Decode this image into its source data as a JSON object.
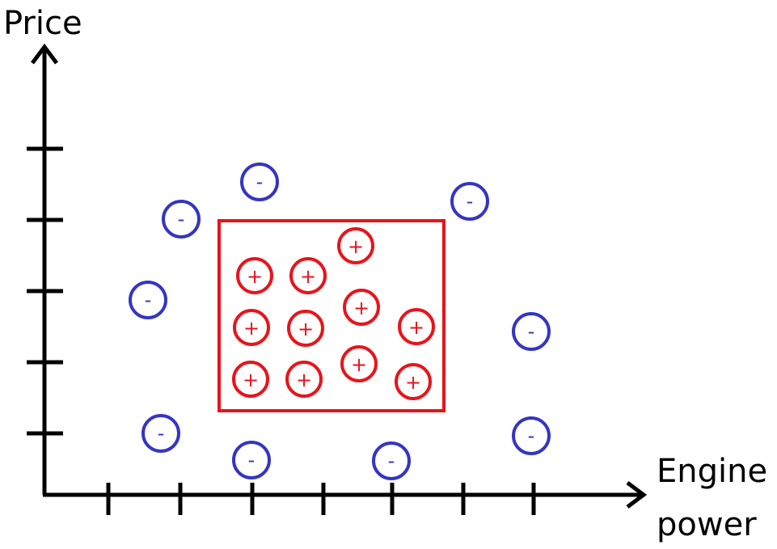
{
  "axes": {
    "y_label": "Price",
    "x_label_line1": "Engine",
    "x_label_line2": "power"
  },
  "colors": {
    "axis": "#000000",
    "positive": "#e8141b",
    "negative": "#3535c2"
  },
  "symbols": {
    "positive": "+",
    "negative": "-"
  }
}
